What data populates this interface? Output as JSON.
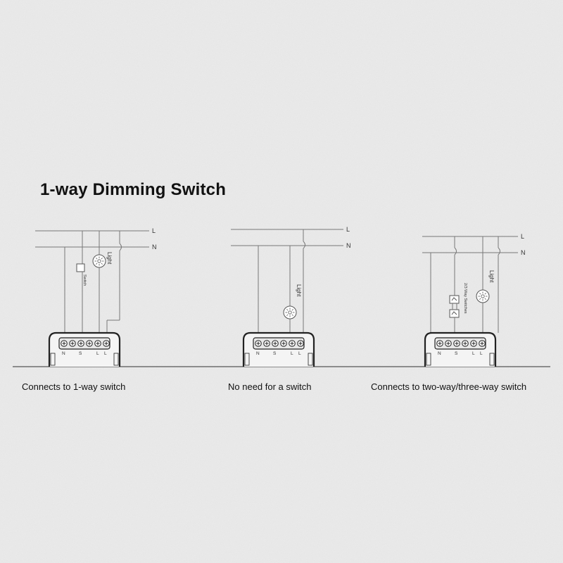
{
  "title": "1-way Dimming Switch",
  "colors": {
    "background": "#ededed",
    "line": "#777777",
    "module": "#222222"
  },
  "line_labels": {
    "live": "L",
    "neutral": "N"
  },
  "terminal_labels": {
    "n": "N",
    "s": "S",
    "l1": "L",
    "l2": "L"
  },
  "component_labels": {
    "light": "Light",
    "switch": "Switch",
    "multi_switch": "2/3 Way Switches"
  },
  "panels": [
    {
      "caption": "Connects to 1-way switch"
    },
    {
      "caption": "No need for a switch"
    },
    {
      "caption": "Connects to two-way/three-way switch"
    }
  ]
}
